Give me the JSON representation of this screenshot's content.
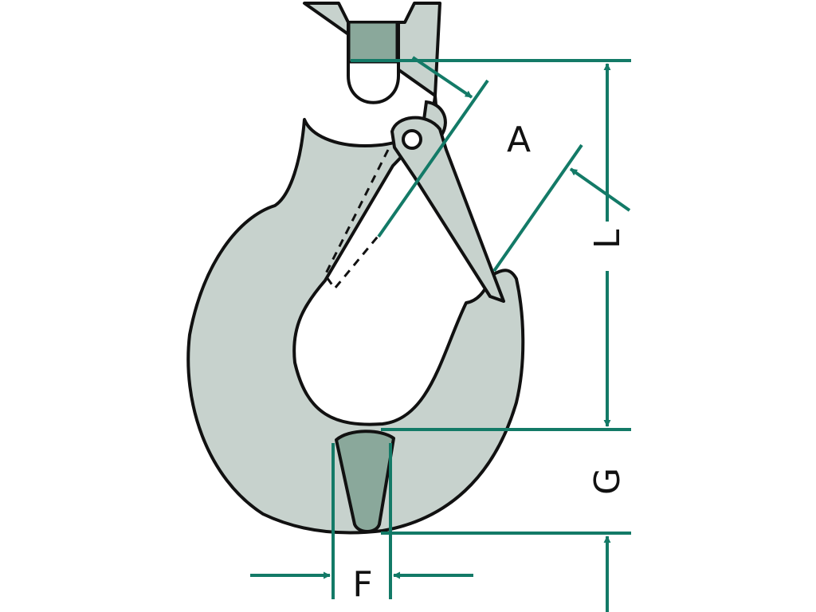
{
  "colors": {
    "hook_body": "#c7d2cd",
    "hook_insert": "#8aa89b",
    "outline": "#111111",
    "dimension": "#137a67",
    "background": "#ffffff"
  },
  "labels": {
    "a": "A",
    "l": "L",
    "g": "G",
    "f": "F"
  },
  "icons": {
    "hook": "clevis-sling-hook-with-safety-latch",
    "arrows": "dimension-arrowheads"
  }
}
